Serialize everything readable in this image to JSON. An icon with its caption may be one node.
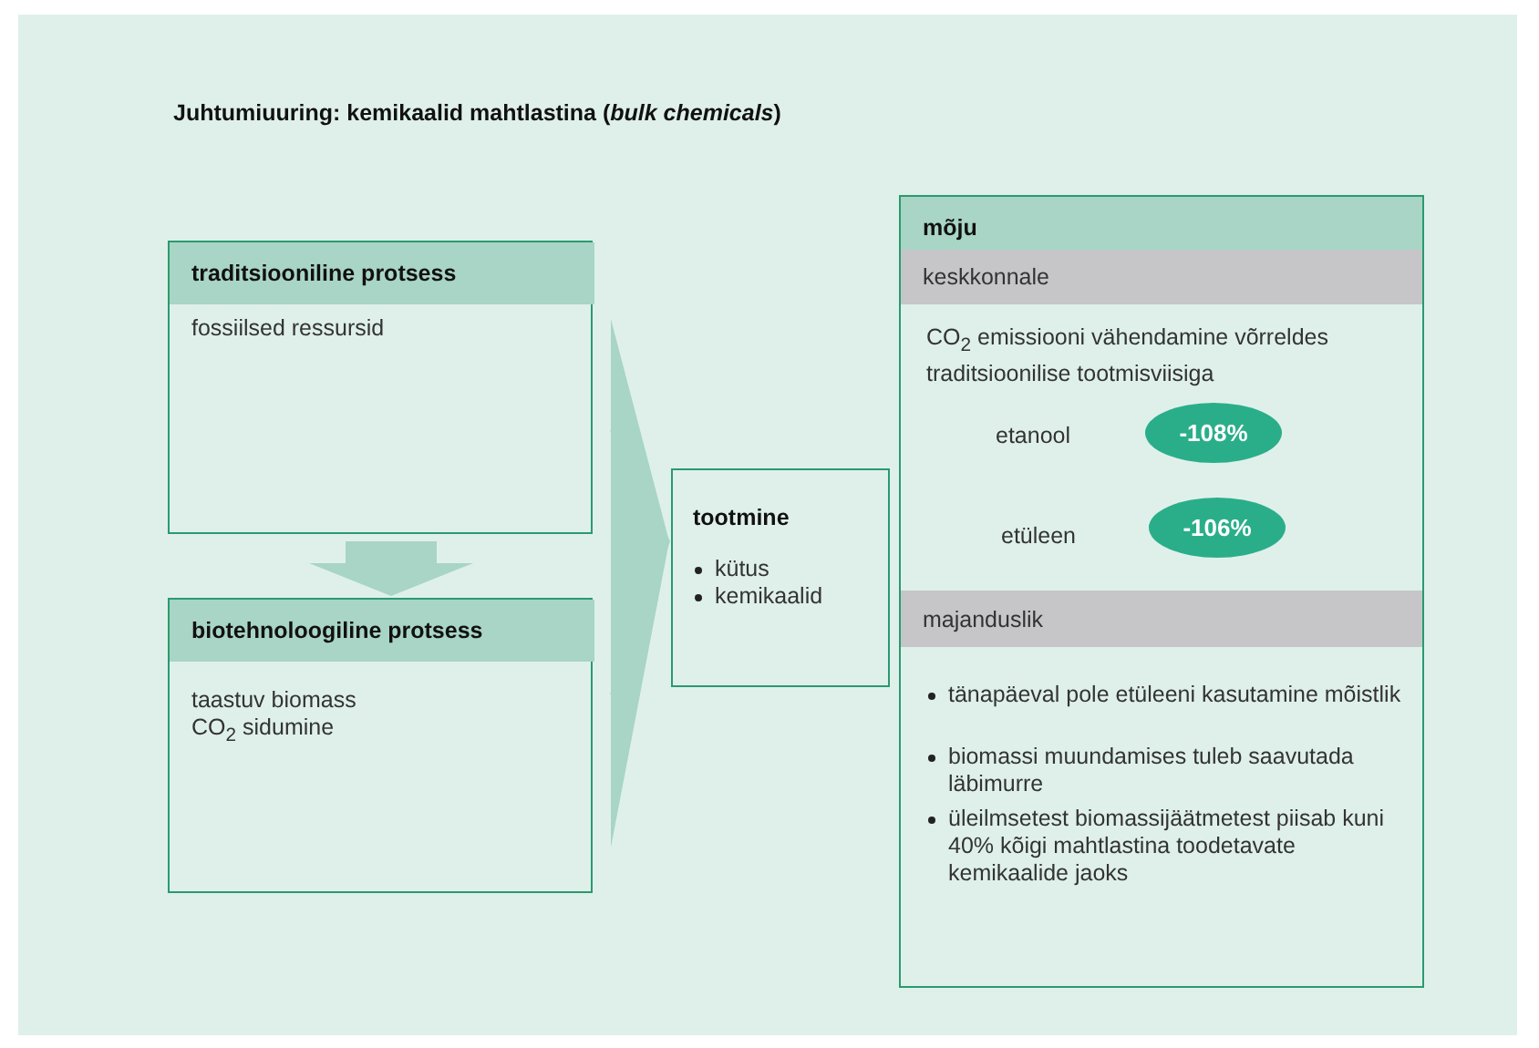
{
  "diagram": {
    "title": "Juhtumiuuring: kemikaalid mahtlastina (*bulk chemicals*)",
    "nodes": [
      {
        "text": [
          "traditsiooniline protsess",
          "fossiilsed ressursid"
        ]
      },
      {
        "text": [
          "biotehnoloogiline protsess",
          "taastuv biomass",
          "CO$_{2}$ sidumine"
        ]
      },
      {
        "text": [
          "tootmine",
          "kütus",
          "kemikaalid"
        ]
      },
      {
        "text": [
          "mõju",
          "CO$_{2}$ emissiooni vähendamine võrreldes traditsioonilise tootmisviisiga",
          "tänapäeval pole etüleeni kasutamine mõistlik",
          "biomassi muundamises tuleb saavutada läbimurre",
          "üleilmsetest biomassijäätmetest piisab kuni 40% kõigi mahtlastina toodetavate kemikaalide jaoks"
        ]
      },
      {
        "text": [
          "keskkonnale"
        ],
        "in": 3
      },
      {
        "text": [
          "-108%"
        ],
        "in": 3
      },
      {
        "text": [
          "-106%"
        ],
        "in": 3
      },
      {
        "text": [
          "majanduslik"
        ],
        "in": 3
      }
    ],
    "edges": [
      {
        "from": 0,
        "to": 1,
        "arrow": "to",
        "style": "thick"
      },
      {
        "from": 0,
        "to": 2,
        "arrow": "to"
      },
      {
        "from": 1,
        "to": 2,
        "arrow": "to"
      }
    ],
    "labels": [
      "etanool",
      "etüleen"
    ]
  }
}
